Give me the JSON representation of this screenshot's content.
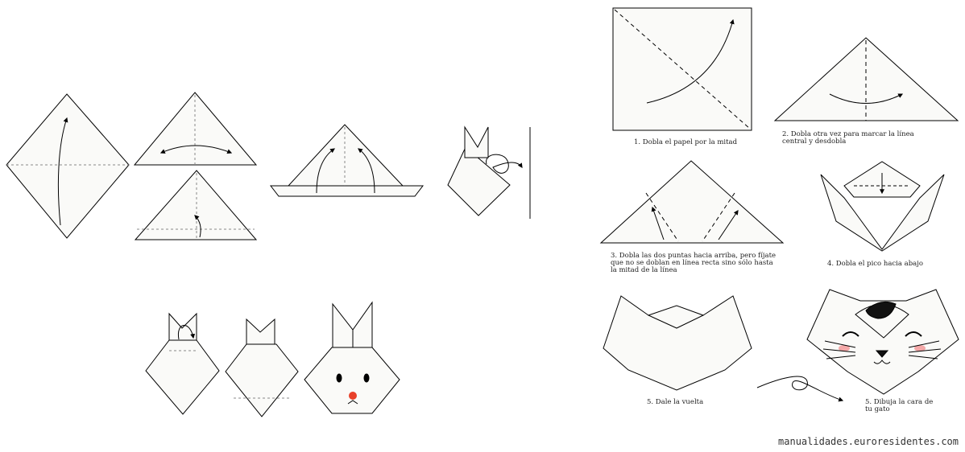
{
  "captions": {
    "step1": "1. Dobla el papel por la mitad",
    "step2": "2. Dobla otra vez para marcar la línea\ncentral y desdobla",
    "step3": "3. Dobla las dos puntas hacia arriba, pero fíjate\nque no se doblan en línea recta sino sólo hasta\nla mitad de la línea",
    "step4": "4. Dobla el pico hacia abajo",
    "step5": "5. Dale la vuelta",
    "step6": "5. Dibuja la cara de\ntu gato"
  },
  "footer": "manualidades.euroresidentes.com",
  "colors": {
    "line": "#000000",
    "paper": "#fafaf8",
    "nose": "#e8402a",
    "blush": "#f4a8a8"
  }
}
